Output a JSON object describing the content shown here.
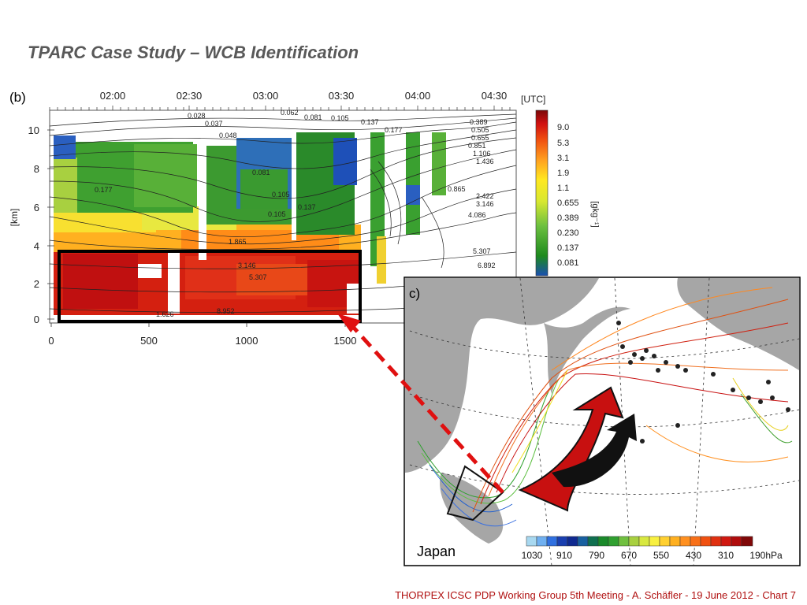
{
  "slide": {
    "title": "TPARC Case Study – WCB Identification",
    "footer": "THORPEX ICSC PDP Working Group 5th Meeting - A. Schäfler - 19 June 2012 - Chart 7"
  },
  "panel_b": {
    "label": "(b)",
    "time_ticks": [
      "02:00",
      "02:30",
      "03:00",
      "03:30",
      "04:00",
      "04:30"
    ],
    "time_unit": "[UTC]",
    "x_ticks": [
      "0",
      "500",
      "1000",
      "1500"
    ],
    "y_ticks": [
      "0",
      "2",
      "4",
      "6",
      "8",
      "10"
    ],
    "y_label": "[km]",
    "colorbar_label": "[gkg⁻¹]",
    "colorbar_ticks": [
      "9.0",
      "5.3",
      "3.1",
      "1.9",
      "1.1",
      "0.655",
      "0.389",
      "0.230",
      "0.137",
      "0.081"
    ],
    "contour_labels": [
      "0.028",
      "0.062",
      "0.081",
      "0.105",
      "0.137",
      "0.177",
      "0.037",
      "0.048",
      "0.389",
      "0.505",
      "0.655",
      "0.851",
      "1.106",
      "1.436",
      "0.177",
      "0.081",
      "0.105",
      "0.137",
      "0.105",
      "0.865",
      "2.422",
      "3.146",
      "4.086",
      "5.307",
      "6.892",
      "1.865",
      "3.146",
      "5.307",
      "1.626",
      "8.952"
    ]
  },
  "panel_c": {
    "label": "c)",
    "region_label": "Japan",
    "pressure_ticks": [
      "1030",
      "910",
      "790",
      "670",
      "550",
      "430",
      "310",
      "190hPa"
    ]
  },
  "colors": {
    "accent_red": "#e01010",
    "footer_red": "#b01010",
    "title_gray": "#595959",
    "land_gray": "#a6a6a6"
  }
}
